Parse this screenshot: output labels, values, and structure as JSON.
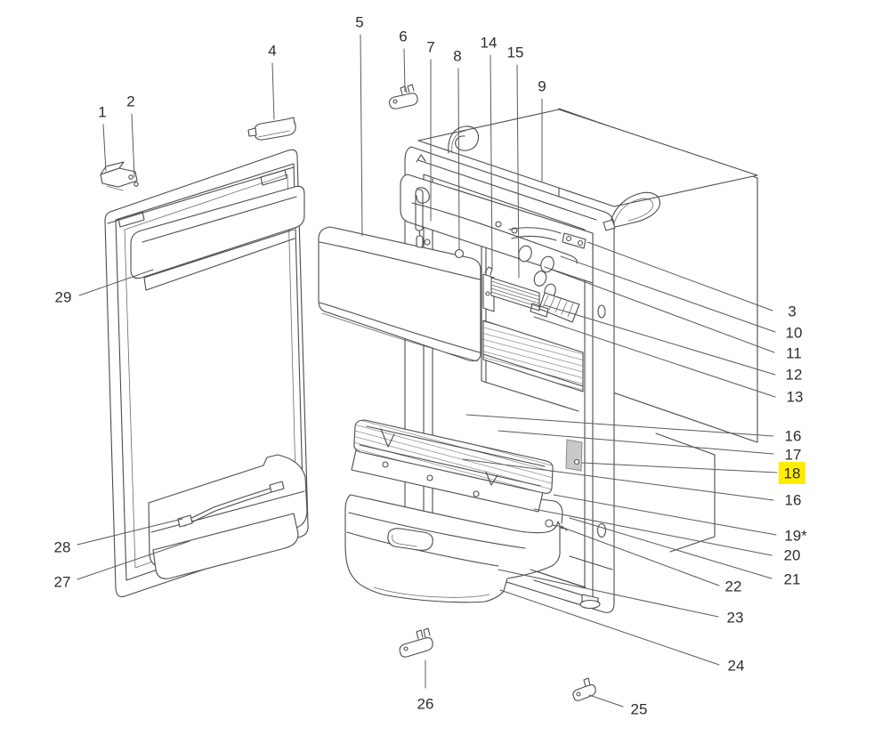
{
  "colors": {
    "background": "#ffffff",
    "line": "#4b4b4b",
    "label_text": "#2e2e2e",
    "highlight": "#ffec00",
    "part18_chip_fill": "#c9c9c9"
  },
  "labels": [
    {
      "text": "1",
      "highlighted": false
    },
    {
      "text": "2",
      "highlighted": false
    },
    {
      "text": "4",
      "highlighted": false
    },
    {
      "text": "5",
      "highlighted": false
    },
    {
      "text": "6",
      "highlighted": false
    },
    {
      "text": "7",
      "highlighted": false
    },
    {
      "text": "8",
      "highlighted": false
    },
    {
      "text": "14",
      "highlighted": false
    },
    {
      "text": "15",
      "highlighted": false
    },
    {
      "text": "9",
      "highlighted": false
    },
    {
      "text": "29",
      "highlighted": false
    },
    {
      "text": "28",
      "highlighted": false
    },
    {
      "text": "27",
      "highlighted": false
    },
    {
      "text": "3",
      "highlighted": false
    },
    {
      "text": "10",
      "highlighted": false
    },
    {
      "text": "11",
      "highlighted": false
    },
    {
      "text": "12",
      "highlighted": false
    },
    {
      "text": "13",
      "highlighted": false
    },
    {
      "text": "16",
      "highlighted": false
    },
    {
      "text": "17",
      "highlighted": false
    },
    {
      "text": "18",
      "highlighted": true
    },
    {
      "text": "16",
      "highlighted": false
    },
    {
      "text": "19*",
      "highlighted": false
    },
    {
      "text": "20",
      "highlighted": false
    },
    {
      "text": "21",
      "highlighted": false
    },
    {
      "text": "22",
      "highlighted": false
    },
    {
      "text": "23",
      "highlighted": false
    },
    {
      "text": "24",
      "highlighted": false
    },
    {
      "text": "25",
      "highlighted": false
    },
    {
      "text": "26",
      "highlighted": false
    }
  ]
}
